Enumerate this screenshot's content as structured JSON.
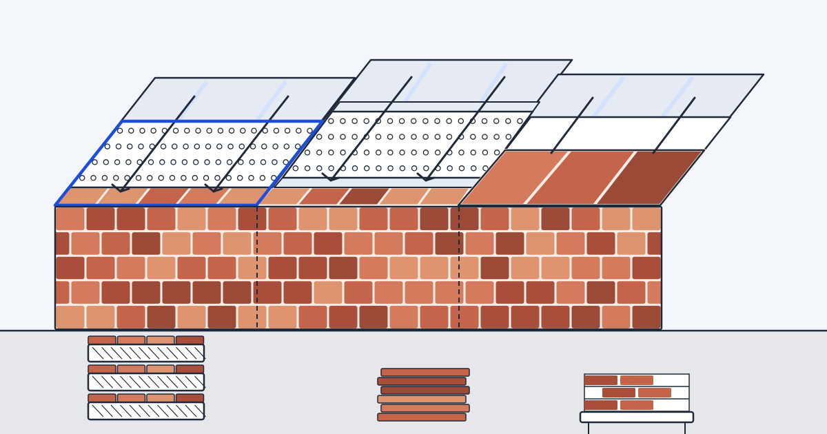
{
  "colors": {
    "background": "#f3f6fb",
    "ground": "#e5e7eb",
    "outline": "#1f2937",
    "highlight": "#1d4ed8",
    "glass": "#e5eaf3",
    "glass_shine": "#cfe0ff",
    "mortar": "#f6ede6",
    "dot": "#1f2937",
    "hatch_fill": "#ffffff",
    "brick_palette": [
      "#c4644a",
      "#d47b5e",
      "#df9470",
      "#a84e3b",
      "#9c4a38"
    ]
  },
  "diagram": {
    "sections": [
      {
        "id": "section-1",
        "panel": "perforated",
        "highlighted": true
      },
      {
        "id": "section-2",
        "panel": "perforated",
        "highlighted": false
      },
      {
        "id": "section-3",
        "panel": "brick-plank",
        "highlighted": false
      }
    ],
    "wall_courses": 5,
    "separators": "dashed",
    "material_groups": [
      {
        "id": "hatched-blocks",
        "icon": "hatched-block-stack-icon",
        "tiers": 3
      },
      {
        "id": "brick-stack",
        "icon": "brick-stack-icon",
        "bricks": 6
      },
      {
        "id": "brick-shelf",
        "icon": "brick-shelf-icon",
        "rows": 3
      }
    ]
  }
}
